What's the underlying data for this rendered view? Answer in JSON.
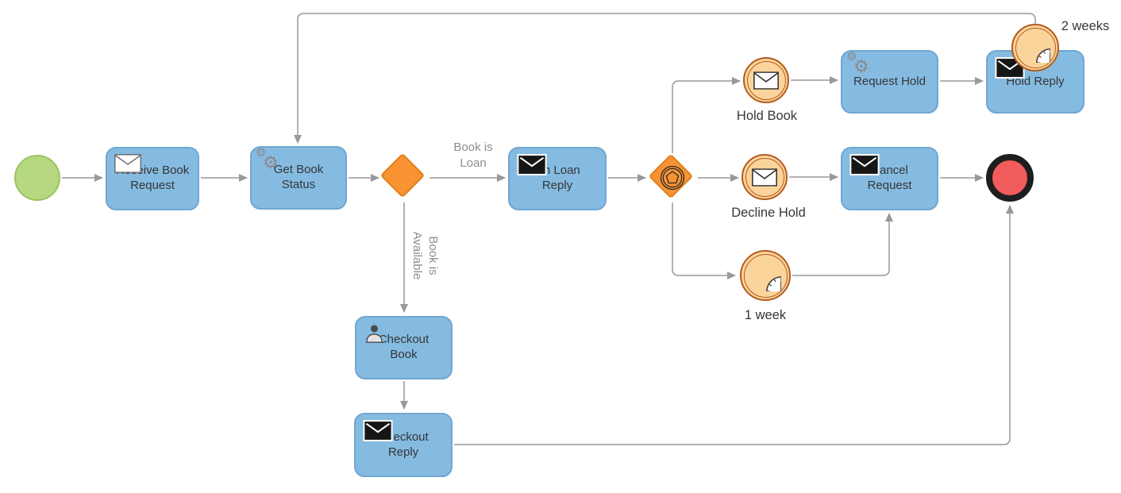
{
  "nodes": {
    "receive_book_request": {
      "label": "Receive Book Request"
    },
    "get_book_status": {
      "label": "Get Book Status"
    },
    "on_loan_reply": {
      "label": "On Loan Reply"
    },
    "request_hold": {
      "label": "Request Hold"
    },
    "hold_reply": {
      "label": "Hold Reply"
    },
    "cancel_request": {
      "label": "Cancel Request"
    },
    "checkout_book": {
      "label": "Checkout Book"
    },
    "checkout_reply": {
      "label": "Checkout Reply"
    }
  },
  "events": {
    "hold_book": {
      "label": "Hold Book"
    },
    "decline_hold": {
      "label": "Decline Hold"
    },
    "one_week_timer": {
      "label": "1 week"
    },
    "two_weeks_timer": {
      "label": "2 weeks"
    }
  },
  "flow_labels": {
    "book_is_loan": "Book is Loan",
    "book_is_available": "Book is Available"
  },
  "colors": {
    "task_fill": "#85BBE1",
    "task_border": "#70A7D1",
    "start_event_fill": "#B6D881",
    "start_event_border": "#9CC463",
    "end_event_fill": "#F15B5B",
    "end_event_ring": "#1E1E1E",
    "gateway_fill": "#F79333",
    "gateway_border": "#E0811F",
    "intermediate_event_fill": "#FBD49B",
    "intermediate_event_border": "#B45B1E",
    "connector": "#999999",
    "flow_label_text": "#8C8C8C",
    "node_text": "#363636"
  }
}
